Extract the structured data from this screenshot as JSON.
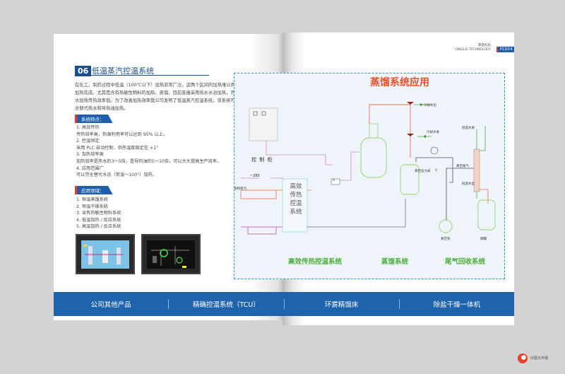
{
  "header": {
    "company_cn": "擎雷科技",
    "company_en": "QINGLEI TECHNOLOGY",
    "page": "P13/14"
  },
  "section": {
    "number": "06",
    "title": "低温蒸汽控温系统",
    "intro": "在化工、制药过程中低温（100℃以下）加热非常广泛，这两个区间的加热难以用蒸汽加热完成。尤其是含有热敏性物料的加热、蒸馏，目前普遍采用热水水浴加热，然而热水加热传热效率低。为了改善加热效率我公司发明了低温蒸汽控温系统，该系统可以完全替代热水和导热油加热。"
  },
  "features": {
    "tag": "系统特点：",
    "items": [
      "1. 高效传热",
      "传热效率高，热源利用率可以达到 95% 以上。",
      "2. 控温恒定",
      "采用 PLC 自动控制，供热温度稳定在 ±1°",
      "3. 加热效率高",
      "加热效率是热水的3～5倍，是导热油的5～10倍，可以大大提高生产效率。",
      "4. 应用范围广",
      "可以完全替代水浴（常温～100°）加热。"
    ]
  },
  "applications": {
    "tag": "应用领域：",
    "items": [
      "1. 恒温蒸馏系统",
      "2. 恒温干燥系统",
      "3. 含有热敏性物料系统",
      "4. 低温加热 / 反应系统",
      "5. 高温加热 / 反应系统"
    ]
  },
  "diagram": {
    "title": "蒸馏系统应用",
    "control_cabinet": "控 制 柜",
    "power": "~380",
    "steam_in": "饱和蒸汽",
    "tcu_box": [
      "高效",
      "传热",
      "控温",
      "系统"
    ],
    "h_label": "H",
    "v_label": "V",
    "labels": {
      "cool_out": "冷却水出",
      "cool_in": "冷却水进",
      "vacuum_gauge": "真空压力表",
      "vacuum_tail": "真空尾气",
      "low_in": "低温水进",
      "low_out": "低温水出",
      "vacuum_pump": "真空泵",
      "storage": "储罐"
    },
    "sections": [
      "高效传热控温系统",
      "蒸馏系统",
      "尾气回收系统"
    ]
  },
  "bottom_bar": [
    "公司其他产品",
    "精确控温系统（TCU）",
    "环雾精馏床",
    "除盐干燥一体机"
  ],
  "watermark": "红图大传播",
  "colors": {
    "brand_blue": "#1f63ad",
    "accent_red": "#e8502a",
    "green": "#4caf3a"
  }
}
